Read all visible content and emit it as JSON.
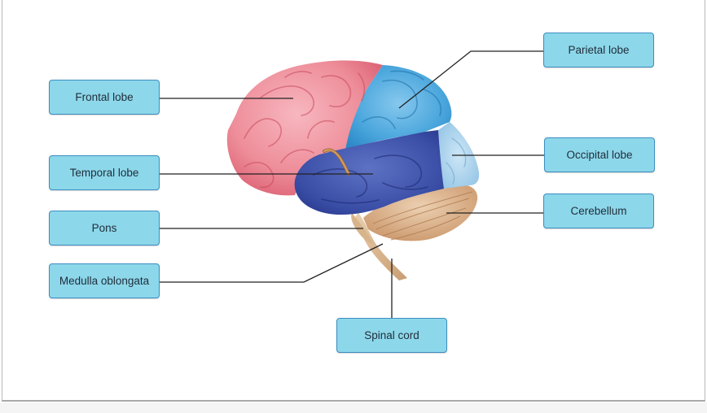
{
  "labels": {
    "frontal_lobe": "Frontal lobe",
    "temporal_lobe": "Temporal lobe",
    "pons": "Pons",
    "medulla_oblongata": "Medulla oblongata",
    "parietal_lobe": "Parietal lobe",
    "occipital_lobe": "Occipital lobe",
    "cerebellum": "Cerebellum",
    "spinal_cord": "Spinal cord"
  },
  "colors": {
    "label_fill": "#8dd7ea",
    "label_border": "#3b8ec2",
    "frontal": "#ee8e9a",
    "parietal": "#4aa6dc",
    "occipital": "#a7d1ec",
    "temporal": "#3a4ea6",
    "cerebellum": "#d9ae86",
    "brainstem": "#e2c29b",
    "leader_line": "#222222"
  }
}
